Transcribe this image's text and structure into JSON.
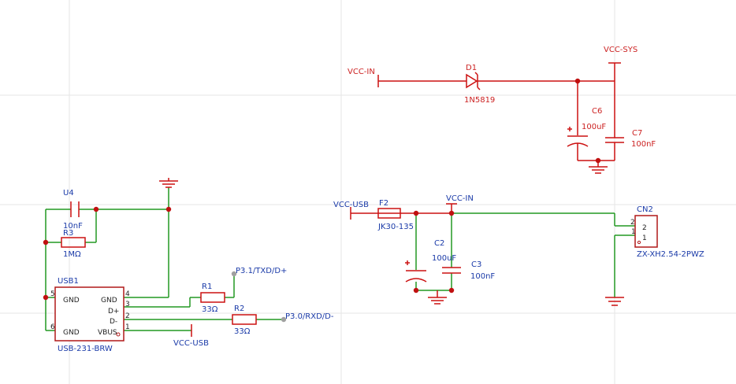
{
  "colors": {
    "power_wire": "#cc1111",
    "signal_wire": "#229922",
    "component": "#cc1111",
    "label_red": "#cc2222",
    "label_blue": "#1a3aa8",
    "ic_outline": "#b01818",
    "grid": "#e6e6e6",
    "junction": "#c01010",
    "netflag_dot": "#a0a0a0"
  },
  "power_section": {
    "vcc_in": "VCC-IN",
    "vcc_sys": "VCC-SYS",
    "d1_ref": "D1",
    "d1_value": "1N5819",
    "c6_ref": "C6",
    "c6_value": "100uF",
    "c7_ref": "C7",
    "c7_value": "100nF"
  },
  "usb_section": {
    "u4_ref": "U4",
    "u4_value": "10nF",
    "r3_ref": "R3",
    "r3_value": "1MΩ",
    "usb1_ref": "USB1",
    "usb1_value": "USB-231-BRW",
    "pin_gnd_left_top": "GND",
    "pin_gnd_left_bottom": "GND",
    "pin_gnd_right": "GND",
    "pin_dplus": "D+",
    "pin_dminus": "D-",
    "pin_vbus": "VBUS",
    "pin_num_5": "5",
    "pin_num_6": "6",
    "pin_num_4": "4",
    "pin_num_3": "3",
    "pin_num_2": "2",
    "pin_num_1": "1",
    "r1_ref": "R1",
    "r1_value": "33Ω",
    "r2_ref": "R2",
    "r2_value": "33Ω",
    "net_txd": "P3.1/TXD/D+",
    "net_rxd": "P3.0/RXD/D-",
    "vcc_usb_flag": "VCC-USB"
  },
  "input_section": {
    "vcc_usb": "VCC-USB",
    "f2_ref": "F2",
    "f2_value": "JK30-135",
    "vcc_in": "VCC-IN",
    "c2_ref": "C2",
    "c2_value": "100uF",
    "c3_ref": "C3",
    "c3_value": "100nF",
    "cn2_ref": "CN2",
    "cn2_value": "ZX-XH2.54-2PWZ",
    "cn2_pin2_inner": "2",
    "cn2_pin1_inner": "1",
    "cn2_pin2_outer": "2",
    "cn2_pin1_outer": "1"
  }
}
